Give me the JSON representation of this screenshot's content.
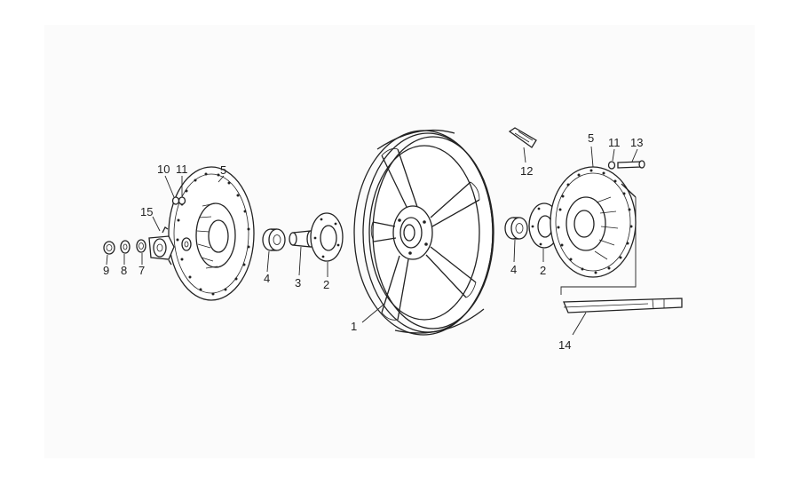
{
  "diagram": {
    "callouts": [
      {
        "id": "c1",
        "text": "1"
      },
      {
        "id": "c2a",
        "text": "2"
      },
      {
        "id": "c2b",
        "text": "2"
      },
      {
        "id": "c3",
        "text": "3"
      },
      {
        "id": "c4a",
        "text": "4"
      },
      {
        "id": "c4b",
        "text": "4"
      },
      {
        "id": "c5a",
        "text": "5"
      },
      {
        "id": "c5b",
        "text": "5"
      },
      {
        "id": "c7",
        "text": "7"
      },
      {
        "id": "c8",
        "text": "8"
      },
      {
        "id": "c9",
        "text": "9"
      },
      {
        "id": "c10",
        "text": "10"
      },
      {
        "id": "c11a",
        "text": "11"
      },
      {
        "id": "c11b",
        "text": "11"
      },
      {
        "id": "c12",
        "text": "12"
      },
      {
        "id": "c13",
        "text": "13"
      },
      {
        "id": "c14",
        "text": "14"
      },
      {
        "id": "c15",
        "text": "15"
      }
    ]
  }
}
